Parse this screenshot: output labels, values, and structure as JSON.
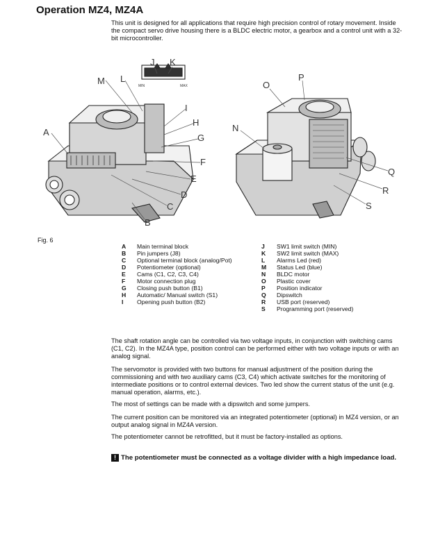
{
  "title": "Operation MZ4, MZ4A",
  "intro": "This unit is designed for all applications that require high precision control of rotary movement. Inside the compact servo drive housing there is a BLDC electric motor, a gearbox and a control unit with a 32-bit microcontroller.",
  "figure": {
    "caption": "Fig. 6",
    "callouts": [
      "J",
      "K",
      "M",
      "L",
      "I",
      "H",
      "G",
      "F",
      "E",
      "D",
      "C",
      "B",
      "A",
      "O",
      "P",
      "N",
      "Q",
      "R",
      "S"
    ],
    "min_label": "MIN",
    "max_label": "MAX"
  },
  "legend_left": [
    {
      "key": "A",
      "text": "Main terminal block"
    },
    {
      "key": "B",
      "text": "Pin jumpers (J8)"
    },
    {
      "key": "C",
      "text": "Optional terminal block (analog/Pot)"
    },
    {
      "key": "D",
      "text": "Potentiometer (optional)"
    },
    {
      "key": "E",
      "text": "Cams (C1, C2, C3, C4)"
    },
    {
      "key": "F",
      "text": "Motor connection plug"
    },
    {
      "key": "G",
      "text": "Closing push button (B1)"
    },
    {
      "key": "H",
      "text": "Automatic/ Manual switch (S1)"
    },
    {
      "key": "I",
      "text": "Opening push button (B2)"
    }
  ],
  "legend_right": [
    {
      "key": "J",
      "text": "SW1 limit switch (MIN)"
    },
    {
      "key": "K",
      "text": "SW2 limit switch (MAX)"
    },
    {
      "key": "L",
      "text": "Alarms Led (red)"
    },
    {
      "key": "M",
      "text": "Status Led (blue)"
    },
    {
      "key": "N",
      "text": "BLDC motor"
    },
    {
      "key": "O",
      "text": "Plastic cover"
    },
    {
      "key": "P",
      "text": "Position indicator"
    },
    {
      "key": "Q",
      "text": "Dipswitch"
    },
    {
      "key": "R",
      "text": "USB port (reserved)"
    },
    {
      "key": "S",
      "text": "Programming port (reserved)"
    }
  ],
  "paragraphs": [
    "The shaft rotation angle can be controlled via two voltage inputs, in conjunction with switching cams (C1, C2). In the MZ4A type, position control can be performed either with two voltage inputs or with an analog signal.",
    "The servomotor is provided with two buttons for manual adjustment of the position during the commissioning and with two auxiliary cams (C3, C4) which activate switches for the monitoring of intermediate positions or to control external devices. Two led show the current status of the unit (e.g. manual operation, alarms, etc.).",
    "The most of settings can be made with a dipswitch and some jumpers.",
    "The current position can be monitored via an integrated potentiometer (optional) in MZ4 version, or an output analog signal in MZ4A version.",
    "The potentiometer cannot be retrofitted, but it must be factory-installed as options."
  ],
  "note": {
    "icon": "warning-icon",
    "symbol": "!",
    "text": "The potentiometer must be connected as a voltage divider with a high impedance load."
  }
}
